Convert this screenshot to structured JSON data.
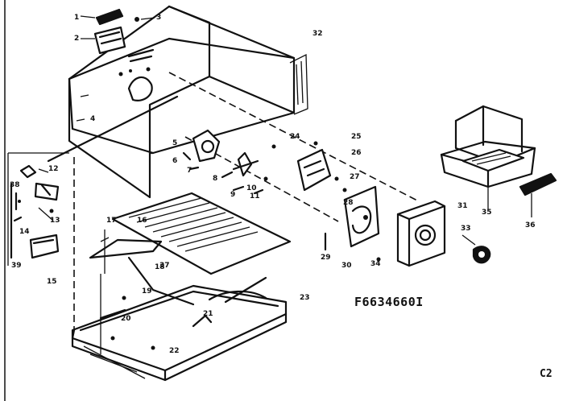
{
  "diagram": {
    "drawing_code": "F6634660I",
    "page_code": "C2",
    "callouts": {
      "c1": "1",
      "c2": "2",
      "c3": "3",
      "c32": "32",
      "c4": "4",
      "c5": "5",
      "c6": "6",
      "c7": "7",
      "c8": "8",
      "c9": "9",
      "c10": "10",
      "c11": "11",
      "c12": "12",
      "c13": "13",
      "c14": "14",
      "c15": "15",
      "c16": "16",
      "c17": "17",
      "c18": "18",
      "c19": "19",
      "c20": "20",
      "c21": "21",
      "c22": "22",
      "c23": "23",
      "c24": "24",
      "c25": "25",
      "c26": "26",
      "c27": "27",
      "c28": "28",
      "c29": "29",
      "c30": "30",
      "c31": "31",
      "c33": "33",
      "c34": "34",
      "c35": "35",
      "c36": "36",
      "c37": "37",
      "c38": "38",
      "c39": "39"
    }
  }
}
